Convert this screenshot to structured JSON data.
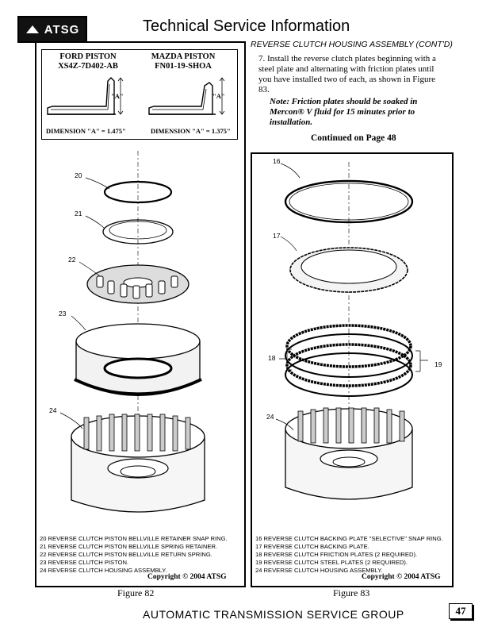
{
  "header": {
    "logo_text": "ATSG",
    "title": "Technical Service Information"
  },
  "left_panel": {
    "ford": {
      "title": "FORD PISTON",
      "part": "XS4Z-7D402-AB",
      "dimension_label": "DIMENSION \"A\" = 1.475\""
    },
    "mazda": {
      "title": "MAZDA PISTON",
      "part": "FN01-19-SHOA",
      "dimension_label": "DIMENSION \"A\" = 1.375\""
    },
    "dim_marker": "\"A\"",
    "callouts": [
      "20",
      "21",
      "22",
      "23",
      "24"
    ],
    "legend": [
      "20  REVERSE CLUTCH PISTON BELLVILLE RETAINER SNAP RING.",
      "21  REVERSE CLUTCH PISTON BELLVILLE SPRING RETAINER.",
      "22  REVERSE CLUTCH PISTON BELLVILLE RETURN SPRING.",
      "23  REVERSE CLUTCH PISTON.",
      "24  REVERSE CLUTCH HOUSING ASSEMBLY."
    ],
    "copyright": "Copyright © 2004 ATSG",
    "figure_label": "Figure 82"
  },
  "right_panel": {
    "section_heading": "REVERSE CLUTCH HOUSING ASSEMBLY (CONT'D)",
    "step_number": "7.",
    "step_text": "Install the reverse clutch plates beginning with a steel plate and alternating with friction plates until you have installed two of each, as shown in Figure 83.",
    "note": "Note: Friction plates should be soaked in Mercon® V fluid for 15 minutes prior to installation.",
    "continued": "Continued on Page 48",
    "callouts": [
      "16",
      "17",
      "18",
      "19",
      "24"
    ],
    "legend": [
      "16  REVERSE CLUTCH BACKING PLATE \"SELECTIVE\" SNAP RING.",
      "17  REVERSE CLUTCH BACKING PLATE.",
      "18  REVERSE CLUTCH FRICTION PLATES  (2 REQUIRED).",
      "19  REVERSE CLUTCH STEEL PLATES  (2 REQUIRED).",
      "24  REVERSE CLUTCH HOUSING ASSEMBLY."
    ],
    "copyright": "Copyright © 2004 ATSG",
    "figure_label": "Figure 83"
  },
  "footer": {
    "text": "AUTOMATIC TRANSMISSION SERVICE GROUP",
    "page_number": "47"
  }
}
